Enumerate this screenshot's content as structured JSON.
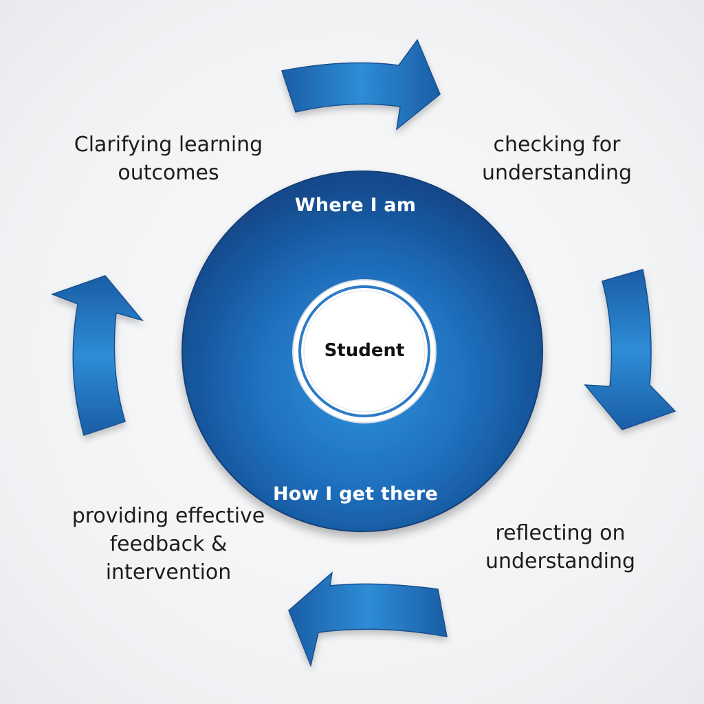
{
  "diagram": {
    "center_label": "Student",
    "disc_top_label": "Where I am",
    "disc_bottom_label": "How I get there",
    "stages": [
      {
        "text": "Clarifying learning\noutcomes"
      },
      {
        "text": "checking for\nunderstanding"
      },
      {
        "text": "reflecting on\nunderstanding"
      },
      {
        "text": "providing effective\nfeedback &\nintervention"
      }
    ],
    "colors": {
      "arrow_blue": "#1f67b1",
      "arrow_blue_light": "#2f8ed6",
      "disc_blue_dark": "#144e93",
      "disc_blue_light": "#2a86d3",
      "center_fill": "#ffffff",
      "center_ring": "#2e7bc6"
    }
  }
}
